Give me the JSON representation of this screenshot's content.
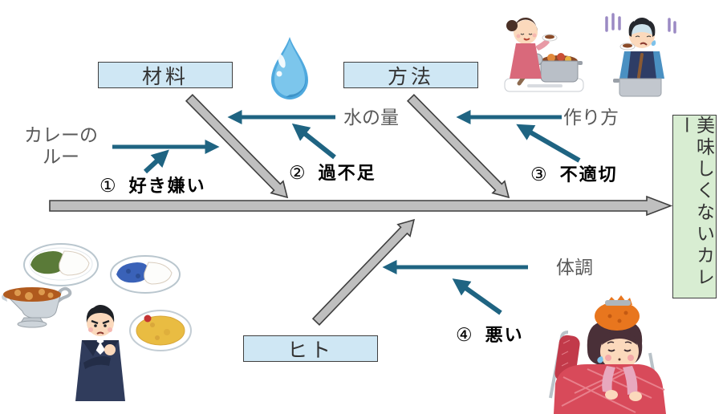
{
  "colors": {
    "accent": "#1F6482",
    "bone-fill": "#BFBFBF",
    "bone-stroke": "#3F3F3F",
    "category-fill": "#CFE7F4",
    "category-stroke": "#3F3F3F",
    "effect-fill": "#D8EDD2",
    "effect-stroke": "#3F3F3F",
    "label-gray": "#595959"
  },
  "diagram": {
    "type": "fishbone",
    "effect": {
      "label": "美味しくないカレー"
    },
    "categories": {
      "materials": {
        "label": "材料"
      },
      "method": {
        "label": "方法"
      },
      "person": {
        "label": "ヒト"
      }
    },
    "causes": {
      "roux": {
        "label": "カレーの\nルー",
        "num": "①",
        "note": "好き嫌い"
      },
      "water": {
        "label": "水の量",
        "num": "②",
        "note": "過不足"
      },
      "making": {
        "label": "作り方",
        "num": "③",
        "note": "不適切"
      },
      "condition": {
        "label": "体調",
        "num": "④",
        "note": "悪い"
      }
    },
    "images": {
      "water_drop": "water-drop",
      "cooking_woman": "woman-happily-tasting-curry-while-cooking",
      "cooking_man": "man-grimacing-while-tasting-curry",
      "green_plate": "plate-of-green-curry-and-rice",
      "blue_plate": "plate-of-blue-curry-and-rice",
      "gravy_boat": "gravy-boat-of-curry",
      "yellow_plate": "plate-of-yellow-curry",
      "thinking_man": "displeased-thinking-man",
      "sick_girl": "sick-girl-in-bed-with-ice-pack"
    }
  }
}
